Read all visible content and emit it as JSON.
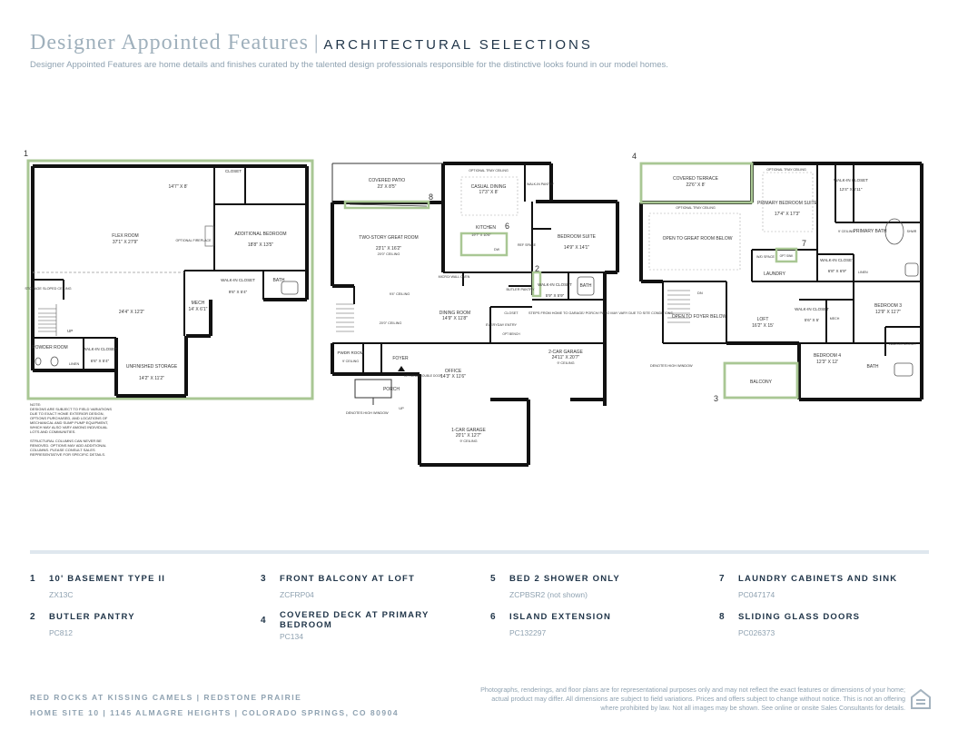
{
  "header": {
    "title": "Designer Appointed Features",
    "separator": "|",
    "section": "ARCHITECTURAL SELECTIONS",
    "subtitle": "Designer Appointed Features are home details and finishes curated by the talented design professionals responsible for the distinctive looks found in our model homes."
  },
  "plan": {
    "callouts": [
      "1",
      "2",
      "3",
      "4",
      "6",
      "7",
      "8"
    ],
    "basement": {
      "closet": "CLOSET",
      "flex_dim": "14'7\" X 8'",
      "flex_room": "FLEX ROOM",
      "flex_room_dim": "37'1\" X 27'9\"",
      "optional_fireplace": "OPTIONAL FIREPLACE",
      "add_bed": "ADDITIONAL BEDROOM",
      "add_bed_dim": "18'8\" X 13'5\"",
      "storage": "STORAGE SLOPED CEILING",
      "rec_dim": "24'4\" X 12'2\"",
      "walkin": "WALK-IN CLOSET",
      "walkin_dim": "9'6\" X 5'4\"",
      "bath": "BATH",
      "mech": "MECH",
      "mech_dim": "14' X 6'1\"",
      "up": "UP",
      "powder": "POWDER ROOM",
      "walkin2": "WALK-IN CLOSET",
      "walkin2_dim": "6'6\" X 5'4\"",
      "linen": "LINEN",
      "unfinished": "UNFINISHED STORAGE",
      "unfinished_dim": "14'2\" X 11'2\"",
      "note_lines": [
        "NOTE:",
        "DESIGNS ARE SUBJECT TO FIELD VARIATIONS",
        "DUE TO EXACT HOME EXTERIOR DESIGN,",
        "OPTIONS PURCHASED, AND LOCATIONS OF",
        "MECHANICAL AND SUMP PUMP EQUIPMENT,",
        "WHICH MAY ALSO VARY AMONG INDIVIDUAL",
        "LOTS AND COMMUNITIES.",
        "",
        "STRUCTURAL COLUMNS CAN NEVER BE",
        "REMOVED. OPTIONS MAY ADD ADDITIONAL",
        "COLUMNS. PLEASE CONSULT SALES",
        "REPRESENTATIVE FOR SPECIFIC DETAILS."
      ]
    },
    "main": {
      "covered_patio": "COVERED PATIO",
      "covered_patio_dim": "23' X 8'5\"",
      "opt_tray": "OPTIONAL TRAY CEILING",
      "casual_dining": "CASUAL DINING",
      "casual_dining_dim": "17'3\" X 8'",
      "walkin_pantry": "WALK-IN PANTRY",
      "great_room": "TWO-STORY GREAT ROOM",
      "great_room_dim": "23'1\" X 16'2\"",
      "great_room_ceiling": "20'0\" CEILING",
      "kitchen": "KITCHEN",
      "kitchen_dim": "19'7\" X 10'6\"",
      "dw": "DW",
      "ref_space": "REF SPACE",
      "bedroom_suite": "BEDROOM SUITE",
      "bedroom_suite_dim": "14'9\" X 14'1\"",
      "micro": "MICRO/ WALL OVEN",
      "walkin": "WALK-IN CLOSET",
      "walkin_dim": "5'9\" X 5'9\"",
      "bath": "BATH",
      "butler": "BUTLER PANTRY",
      "closet": "CLOSET",
      "ceiling_9": "9'4\" CEILING",
      "ceiling_20": "20'0\" CEILING",
      "dining": "DINING ROOM",
      "dining_dim": "14'9\" X 11'8\"",
      "everyday": "EVERYDAY ENTRY",
      "opt_bench": "OPT BENCH",
      "steps_note": "STEPS FROM HOME TO GARAGE/ PORCH/ PATIO MAY VARY DUE TO SITE CONDITIONS.",
      "garage2": "2-CAR GARAGE",
      "garage2_dim": "24'11\" X 20'7\"",
      "garage2_ceiling": "9' CEILING",
      "pwdr": "PWDR ROOM",
      "pwdr_ceiling": "9' CEILING",
      "foyer": "FOYER",
      "office": "OFFICE",
      "office_dim": "14'3\" X 11'6\"",
      "opt_doors": "OPTIONAL DOUBLE DOOR",
      "porch": "PORCH",
      "up": "UP",
      "high_window": "DENOTES HIGH WINDOW",
      "garage1": "1-CAR GARAGE",
      "garage1_dim": "20'1\" X 12'7\"",
      "garage1_ceiling": "9' CEILING"
    },
    "upper": {
      "covered_terrace": "COVERED TERRACE",
      "covered_terrace_dim": "22'6\" X 8'",
      "opt_tray": "OPTIONAL TRAY CEILING",
      "primary_suite": "PRIMARY BEDROOM SUITE",
      "primary_suite_dim": "17'4\" X 17'3\"",
      "walkin_closet": "WALK-IN CLOSET",
      "walkin_closet_dim": "12'4\" X 5'11\"",
      "open_great": "OPEN TO GREAT ROOM BELOW",
      "primary_bath": "PRIMARY BATH",
      "ceiling_9": "9' CEILING",
      "shwr": "SHWR",
      "opt_sink": "OPT SINK",
      "wd_space": "W/D SPACE",
      "laundry": "LAUNDRY",
      "walkin2": "WALK-IN CLOSET",
      "walkin2_dim": "6'8\" X 6'9\"",
      "linen": "LINEN",
      "open_foyer": "OPEN TO FOYER BELOW",
      "loft": "LOFT",
      "loft_dim": "16'2\" X 15'",
      "walkin3": "WALK-IN CLOSET",
      "walkin3_dim": "5'6\" X 5'",
      "mech": "MECH",
      "bedroom3": "BEDROOM 3",
      "bedroom3_dim": "12'9\" X 11'7\"",
      "walkin4": "WALK-IN CLOSET",
      "bedroom4": "BEDROOM 4",
      "bedroom4_dim": "12'3\" X 12'",
      "bath": "BATH",
      "high_window": "DENOTES HIGH WINDOW",
      "balcony": "BALCONY",
      "dn": "DN"
    }
  },
  "features": [
    {
      "num": "1",
      "name": "10' BASEMENT TYPE II",
      "code": "ZX13C"
    },
    {
      "num": "2",
      "name": "BUTLER PANTRY",
      "code": "PC812"
    },
    {
      "num": "3",
      "name": "FRONT BALCONY AT LOFT",
      "code": "ZCFRP04"
    },
    {
      "num": "4",
      "name": "COVERED DECK AT PRIMARY BEDROOM",
      "code": "PC134"
    },
    {
      "num": "5",
      "name": "BED 2 SHOWER ONLY",
      "code": "ZCPBSR2 (not shown)"
    },
    {
      "num": "6",
      "name": "ISLAND EXTENSION",
      "code": "PC132297"
    },
    {
      "num": "7",
      "name": "LAUNDRY CABINETS AND SINK",
      "code": "PC047174"
    },
    {
      "num": "8",
      "name": "SLIDING GLASS DOORS",
      "code": "PC026373"
    }
  ],
  "footer": {
    "line1": "RED ROCKS AT KISSING CAMELS  |  REDSTONE PRAIRIE",
    "line2": "HOME SITE 10  |  1145 ALMAGRE HEIGHTS  |  COLORADO SPRINGS, CO 80904",
    "disclaimer": "Photographs, renderings, and floor plans are for representational purposes only and may not reflect the exact features or dimensions of your home; actual product may differ. All dimensions are subject to field variations. Prices and offers subject to change without notice. This is not an offering where prohibited by law. Not all images may be shown. See online or onsite Sales Consultants for details."
  },
  "colors": {
    "accent_green": "#a9c794",
    "navy": "#1f3448",
    "muted": "#8fa2b1"
  }
}
